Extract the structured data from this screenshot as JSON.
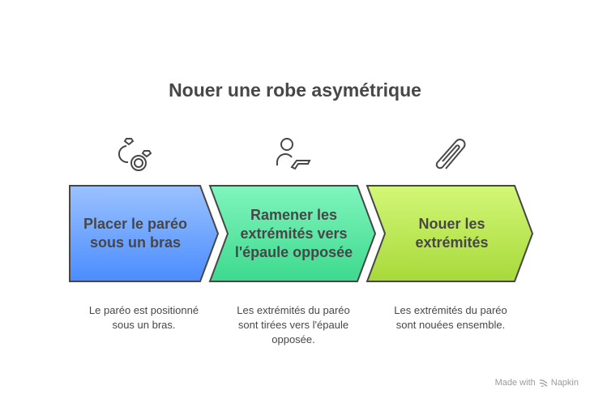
{
  "title": "Nouer une robe asymétrique",
  "steps": [
    {
      "label": "Placer le paréo sous un bras",
      "description": "Le paréo est positionné sous un bras.",
      "icon": "rings-icon",
      "color_top": "#9bc2ff",
      "color_bottom": "#4a8cff"
    },
    {
      "label": "Ramener les extrémités vers l'épaule opposée",
      "description": "Les extrémités du paréo sont tirées vers l'épaule opposée.",
      "icon": "person-hand-icon",
      "color_top": "#80f5bd",
      "color_bottom": "#3dd98e"
    },
    {
      "label": "Nouer les extrémités",
      "description": "Les extrémités du paréo sont nouées ensemble.",
      "icon": "paperclip-icon",
      "color_top": "#d3f777",
      "color_bottom": "#a7d93a"
    }
  ],
  "footer": {
    "made_with": "Made with",
    "brand": "Napkin"
  }
}
